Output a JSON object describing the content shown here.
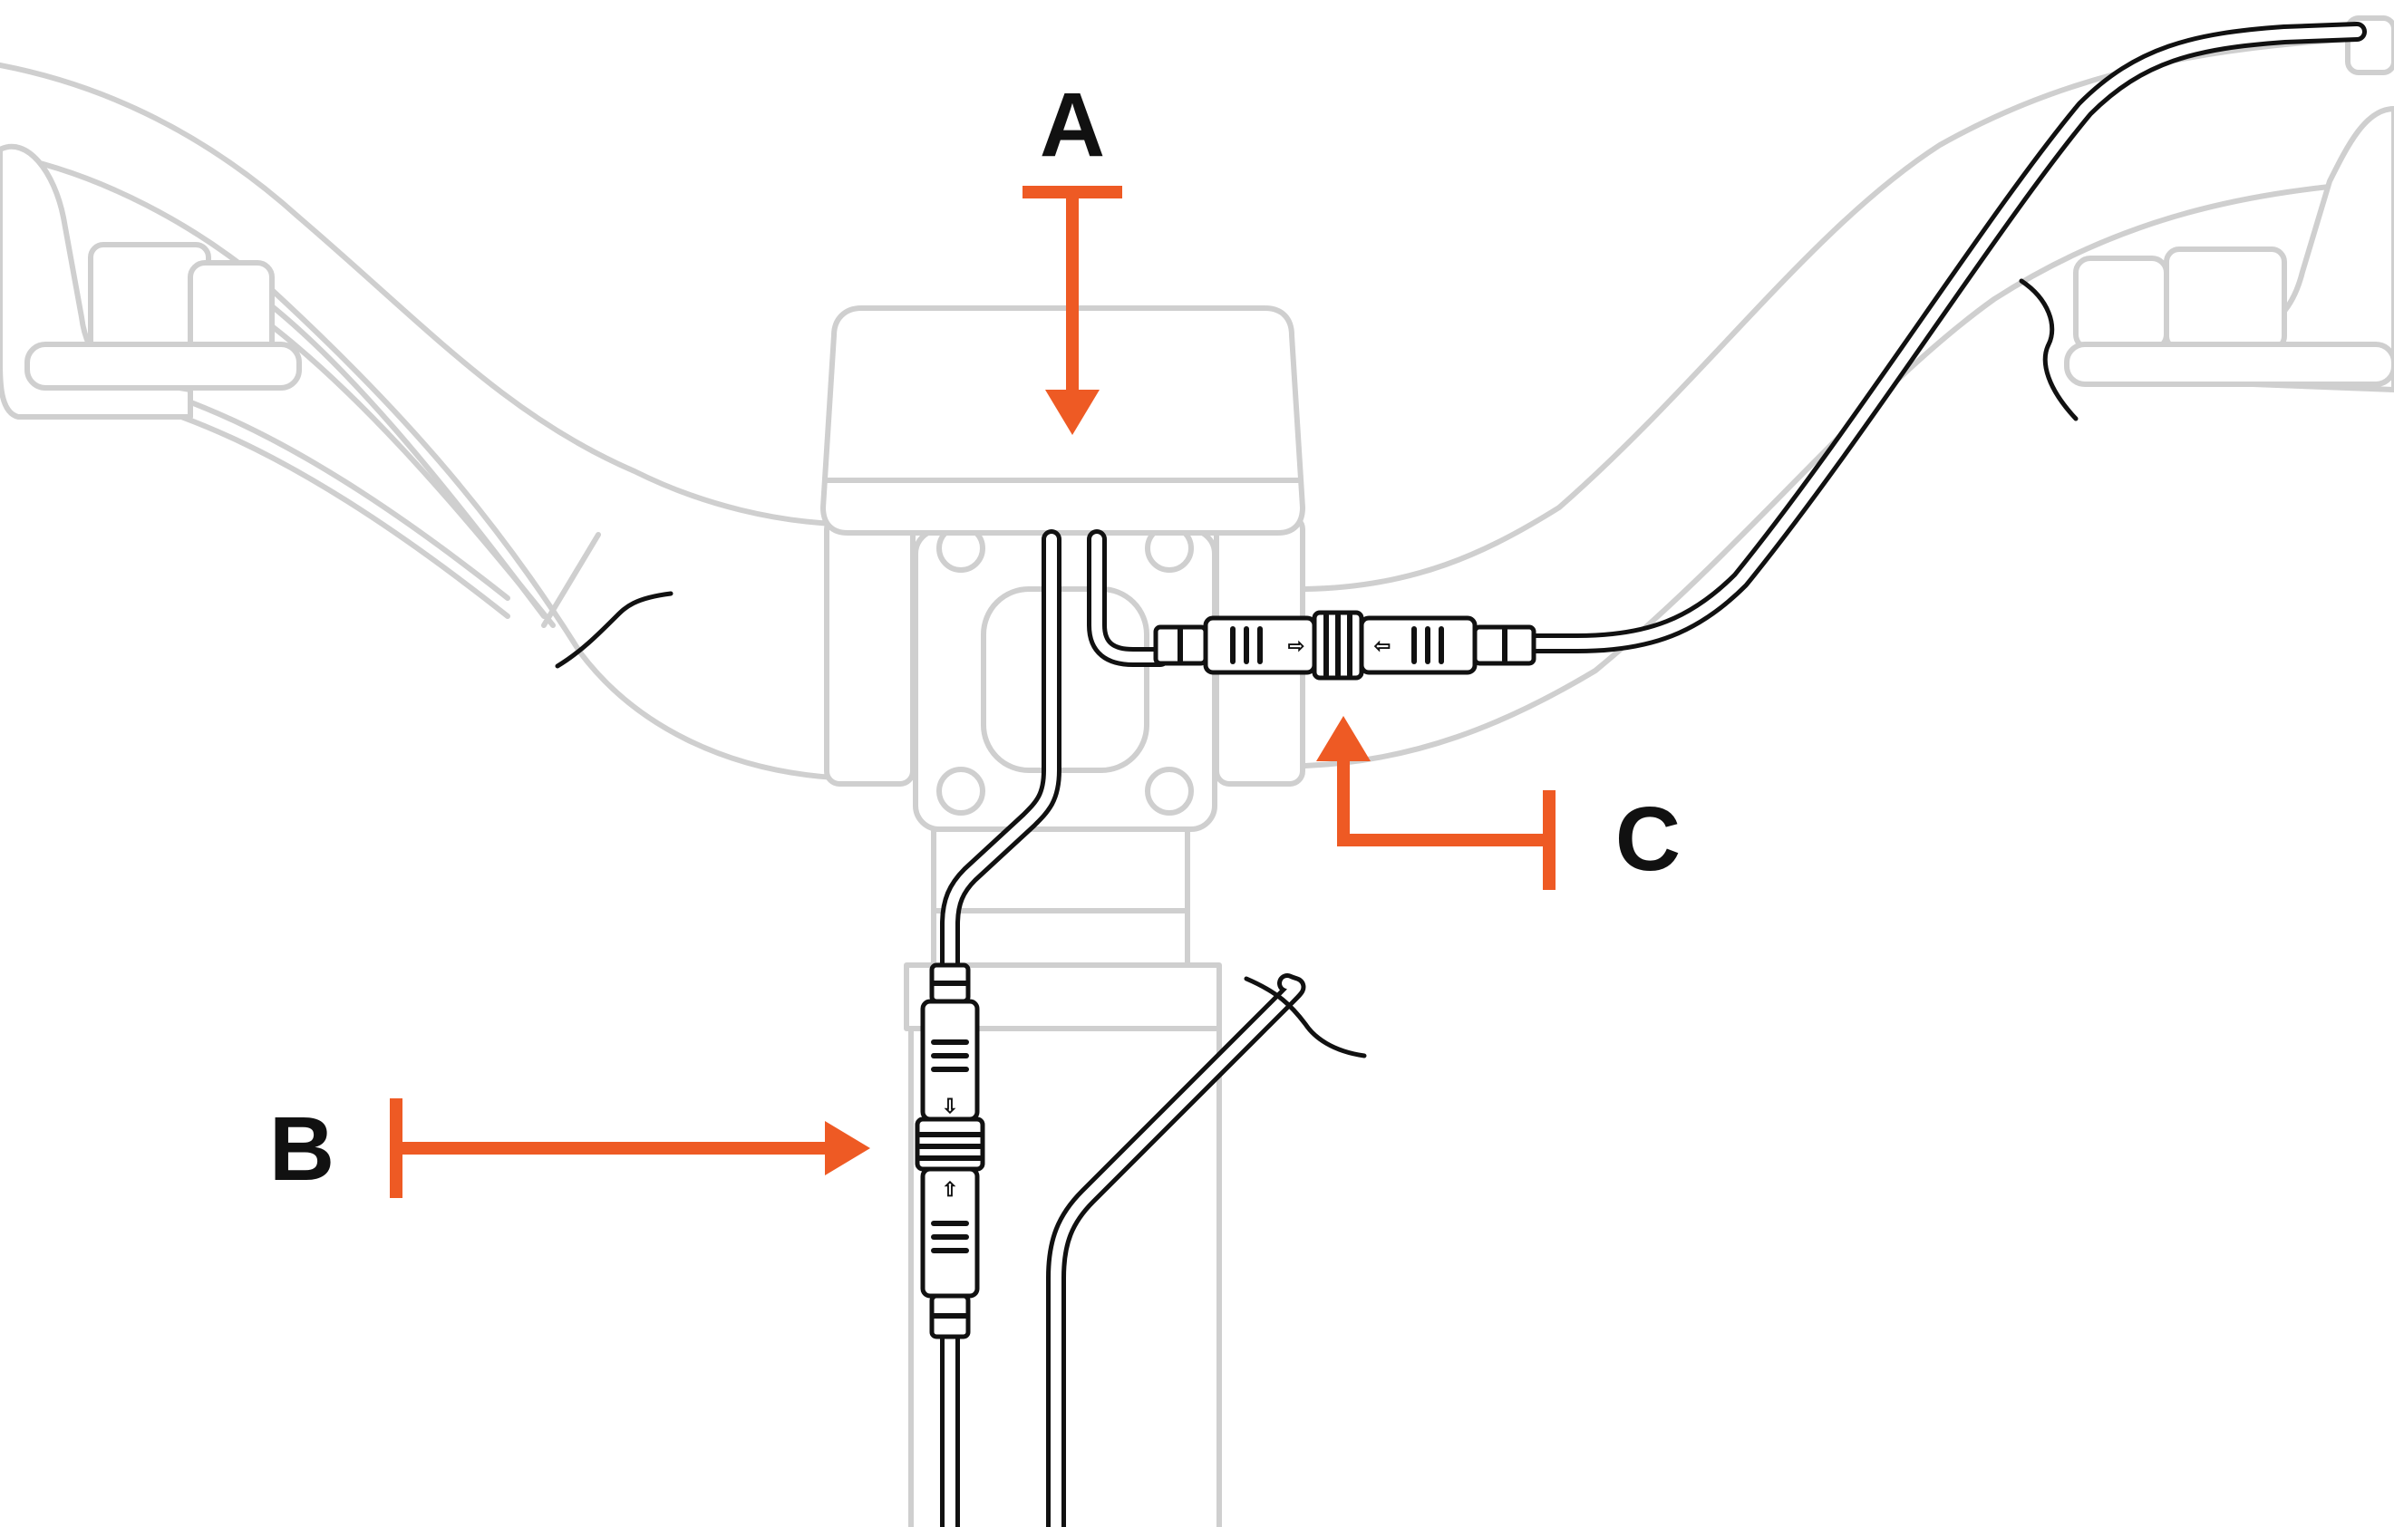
{
  "labels": {
    "a": "A",
    "b": "B",
    "c": "C"
  },
  "colors": {
    "callout": "#ee5a24",
    "cable": "#111111",
    "background_drawing": "#cfcfcf"
  }
}
